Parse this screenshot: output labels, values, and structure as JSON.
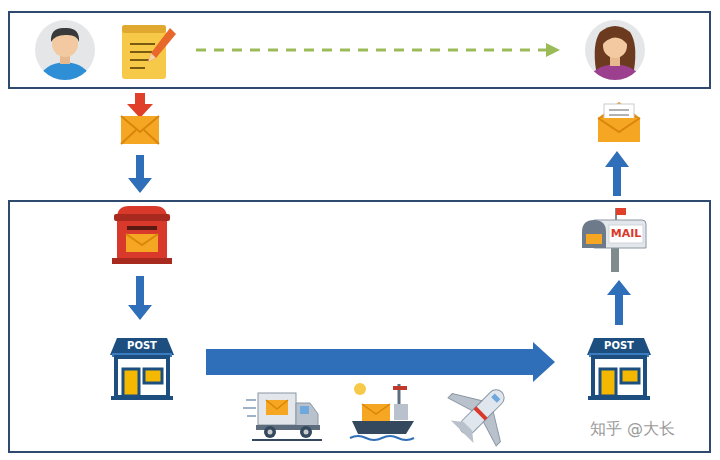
{
  "diagram": {
    "nodes": [
      {
        "text": [
          "POST"
        ]
      },
      {
        "text": [
          "POST"
        ]
      },
      {
        "text": [
          "MAIL"
        ]
      }
    ],
    "edges": [
      {
        "from": 0,
        "to": 1,
        "arrow": "to"
      },
      {
        "from": 1,
        "to": 2,
        "arrow": "to"
      }
    ],
    "labels": [
      "知乎 @大长"
    ]
  }
}
